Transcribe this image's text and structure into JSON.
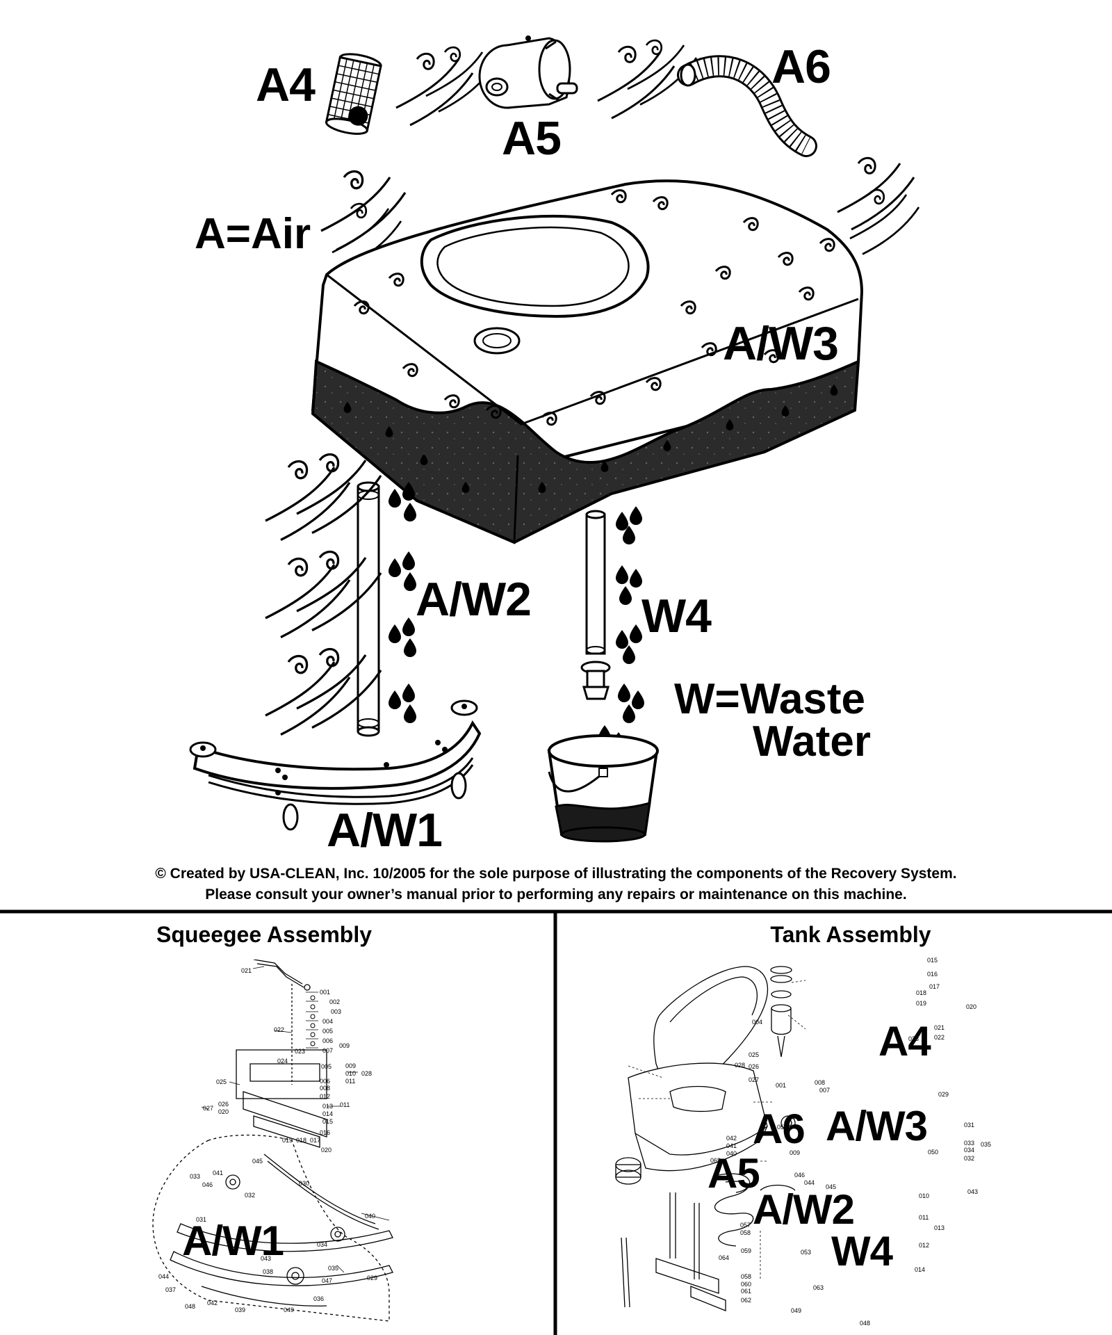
{
  "main": {
    "labels": {
      "a4": "A4",
      "a5": "A5",
      "a6": "A6",
      "air_legend": "A=Air",
      "aw3": "A/W3",
      "aw2": "A/W2",
      "w4": "W4",
      "waste_legend_line1": "W=Waste",
      "waste_legend_line2": "Water",
      "aw1": "A/W1"
    },
    "copyright_line1": "© Created by USA-CLEAN, Inc. 10/2005 for the sole purpose of illustrating the components of the Recovery System.",
    "copyright_line2": "Please consult your owner’s manual prior to performing any repairs or maintenance on this machine."
  },
  "squeegee_panel": {
    "title": "Squeegee Assembly",
    "overlay_label": "A/W1",
    "part_numbers": [
      "021",
      "001",
      "002",
      "003",
      "004",
      "005",
      "006",
      "007",
      "009",
      "022",
      "023",
      "024",
      "005",
      "009",
      "010",
      "011",
      "028",
      "025",
      "006",
      "008",
      "012",
      "011",
      "013",
      "014",
      "015",
      "027",
      "026",
      "020",
      "016",
      "019",
      "018",
      "017",
      "020",
      "045",
      "041",
      "033",
      "046",
      "030",
      "032",
      "040",
      "031",
      "034",
      "043",
      "035",
      "038",
      "047",
      "044",
      "029",
      "037",
      "048",
      "042",
      "039",
      "049",
      "036"
    ]
  },
  "tank_panel": {
    "title": "Tank Assembly",
    "overlay_labels": {
      "a4": "A4",
      "a6": "A6",
      "aw3": "A/W3",
      "a5": "A5",
      "aw2": "A/W2",
      "w4": "W4"
    },
    "part_numbers": [
      "015",
      "016",
      "017",
      "018",
      "019",
      "020",
      "004",
      "023",
      "021",
      "022",
      "025",
      "026",
      "028",
      "027",
      "001",
      "008",
      "007",
      "029",
      "051",
      "042",
      "041",
      "040",
      "069",
      "031",
      "033",
      "034",
      "035",
      "009",
      "046",
      "044",
      "045",
      "050",
      "032",
      "043",
      "057",
      "058",
      "010",
      "011",
      "013",
      "059",
      "064",
      "053",
      "012",
      "014",
      "058",
      "060",
      "061",
      "062",
      "063",
      "049",
      "048"
    ]
  },
  "colors": {
    "ink": "#000000",
    "paper": "#ffffff",
    "wastewater": "#1a1a1a",
    "tankfill": "#2b2b2b"
  }
}
